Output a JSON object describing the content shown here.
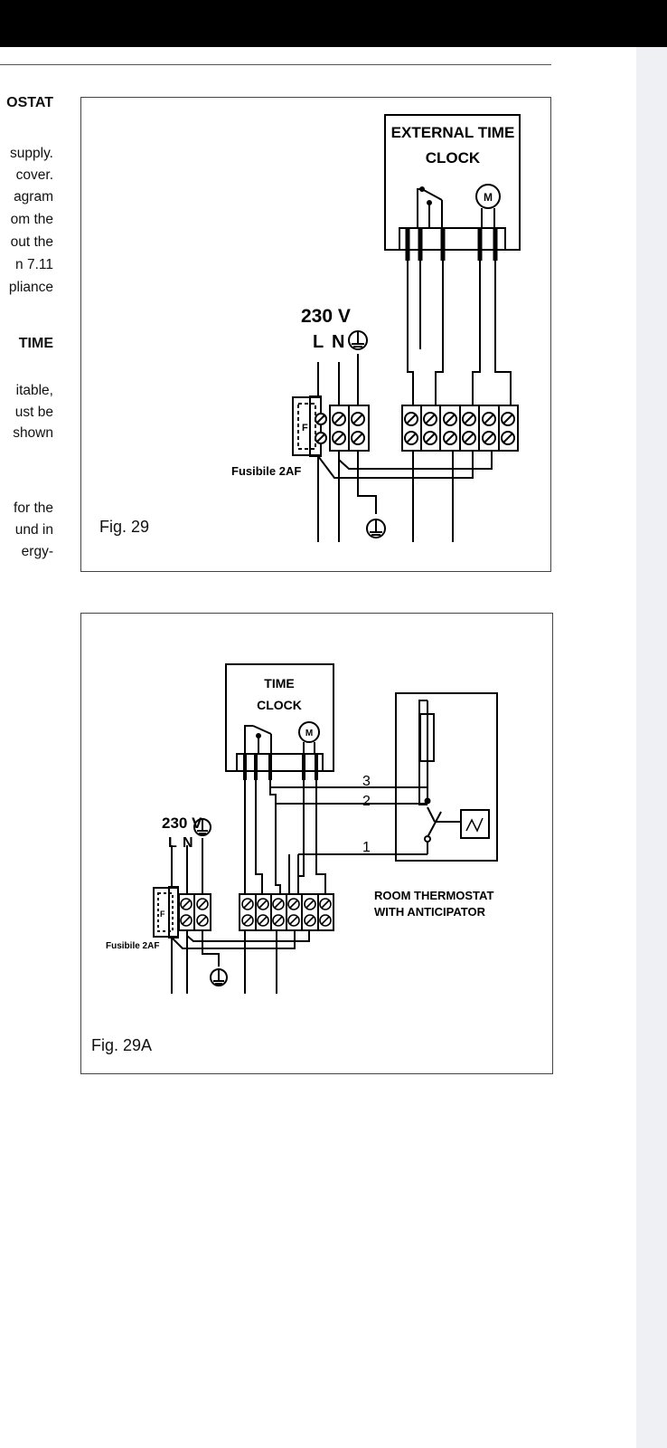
{
  "text_lines": [
    "OSTAT",
    "supply.",
    "cover.",
    "agram",
    "om the",
    "out the",
    "n 7.11",
    "pliance",
    "TIME",
    "itable,",
    "ust be",
    "shown",
    "for the",
    "und in",
    "ergy-"
  ],
  "fig29": {
    "caption": "Fig. 29",
    "clock_line1": "EXTERNAL  TIME",
    "clock_line2": "CLOCK",
    "motor": "M",
    "voltage": "230  V",
    "l": "L",
    "n": "N",
    "fuse_letter": "F",
    "fuse_label": "Fusibile  2AF"
  },
  "fig29a": {
    "caption": "Fig. 29A",
    "clock_line1": "TIME",
    "clock_line2": "CLOCK",
    "motor": "M",
    "voltage": "230  V",
    "l": "L",
    "n": "N",
    "fuse_letter": "F",
    "fuse_label": "Fusibile  2AF",
    "wire1": "1",
    "wire2": "2",
    "wire3": "3",
    "thermostat_line1": "ROOM  THERMOSTAT",
    "thermostat_line2": "WITH  ANTICIPATOR"
  }
}
